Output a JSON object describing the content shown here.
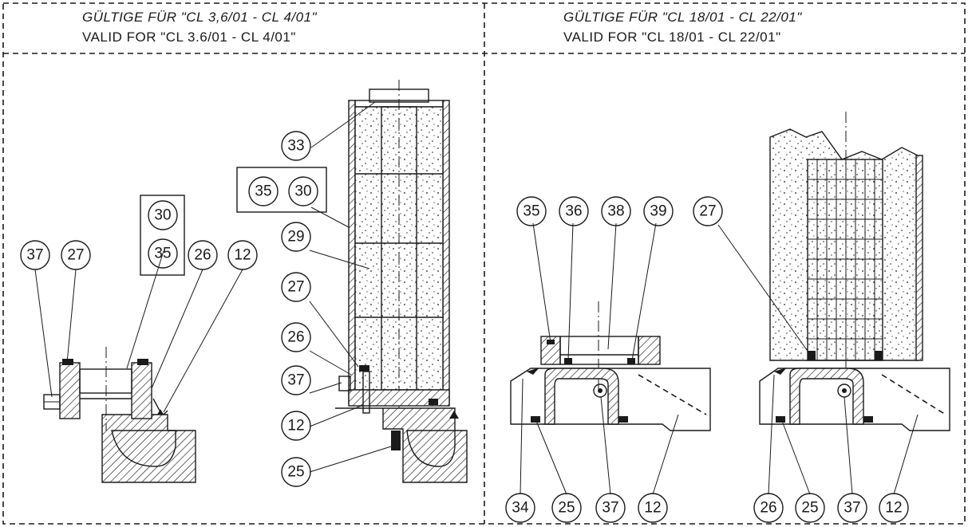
{
  "header": {
    "left": {
      "de": "GÜLTIGE FÜR \"CL 3,6/01  -  CL 4/01\"",
      "en": "VALID FOR  \"CL 3.6/01  -  CL 4/01\""
    },
    "right": {
      "de": "GÜLTIGE FÜR \"CL 18/01  -  CL 22/01\"",
      "en": "VALID FOR  \"CL 18/01  -  CL 22/01\""
    }
  },
  "callouts": {
    "l37": "37",
    "l27": "27",
    "l30a": "30",
    "l35a": "35",
    "l26": "26",
    "l12": "12",
    "m33": "33",
    "m35": "35",
    "m30": "30",
    "m29": "29",
    "m27": "27",
    "m26": "26",
    "m37": "37",
    "m12": "12",
    "m25": "25",
    "r35": "35",
    "r36": "36",
    "r38": "38",
    "r39": "39",
    "r27": "27",
    "r34": "34",
    "r25a": "25",
    "r37a": "37",
    "r12a": "12",
    "r26": "26",
    "r25b": "25",
    "r37b": "37",
    "r12b": "12"
  }
}
